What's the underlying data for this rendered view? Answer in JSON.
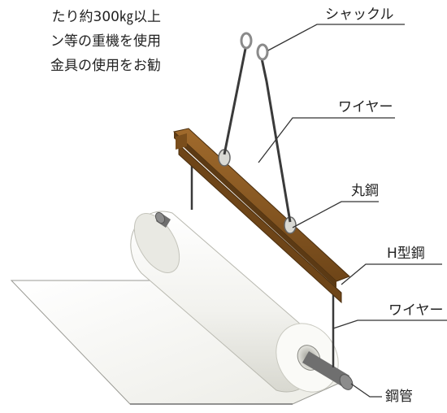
{
  "snippet": {
    "line1": "たり約300㎏以上",
    "line2": "ン等の重機を使用",
    "line3": "金具の使用をお勧"
  },
  "labels": {
    "shackle": "シャックル",
    "wire_top": "ワイヤー",
    "round_steel": "丸鋼",
    "h_beam": "H型鋼",
    "wire_side": "ワイヤー",
    "steel_pipe": "鋼管"
  },
  "colors": {
    "beam": "#8a5a22",
    "beam_dark": "#5c3a14",
    "roll": "#f1f1ec",
    "roll_shadow": "#cfcfc6",
    "wire": "#3a3a3a",
    "pipe": "#7a7a7a",
    "leader": "#333333"
  }
}
